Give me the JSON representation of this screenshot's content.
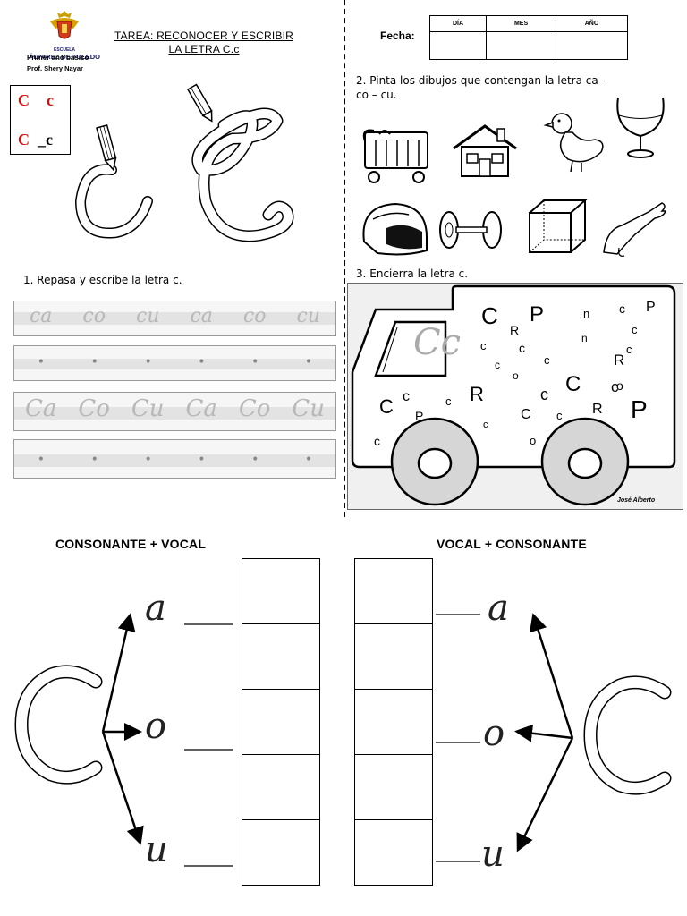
{
  "header": {
    "school_line1": "ESCUELA",
    "school_line2": "ÁLVAREZ DE TOLEDO",
    "grade": "Primer año básico",
    "teacher": "Prof. Shery Nayar",
    "task_title_line1": "TAREA: RECONOCER Y ESCRIBIR",
    "task_title_line2": "LA LETRA C.c"
  },
  "reference_box": {
    "upper": "C",
    "lower": "c",
    "upper2": "C",
    "blank_lower": "_c"
  },
  "date_table": {
    "label": "Fecha:",
    "columns": [
      "DÍA",
      "MES",
      "AÑO"
    ]
  },
  "instructions": {
    "one": "1. Repasa y escribe la letra c.",
    "two_line1": "2. Pinta los dibujos que contengan la letra ca –",
    "two_line2": "co – cu.",
    "three": "3. Encierra la letra c."
  },
  "tracing_rows": [
    [
      "ca",
      "co",
      "cu",
      "ca",
      "co",
      "cu"
    ],
    [
      "",
      "",
      "",
      "",
      "",
      ""
    ],
    [
      "Ca",
      "Co",
      "Cu",
      "Ca",
      "Co",
      "Cu"
    ],
    [
      "",
      "",
      "",
      "",
      "",
      ""
    ]
  ],
  "pictures": [
    "cuna",
    "casa",
    "pato",
    "copa",
    "casco",
    "pesa",
    "cubo",
    "codo"
  ],
  "truck": {
    "window_letters": "Cc",
    "credit": "José Alberto",
    "letters": [
      "C",
      "R",
      "P",
      "n",
      "c",
      "P",
      "c",
      "c",
      "c",
      "n",
      "c",
      "o",
      "c",
      "R",
      "c",
      "o",
      "C",
      "c",
      "C",
      "c",
      "c",
      "P",
      "R",
      "c",
      "C",
      "c",
      "R",
      "P",
      "c",
      "c",
      "o"
    ]
  },
  "bottom": {
    "left_heading": "CONSONANTE + VOCAL",
    "right_heading": "VOCAL + CONSONANTE",
    "big_letter": "C",
    "vowels": [
      "a",
      "o",
      "u"
    ]
  }
}
